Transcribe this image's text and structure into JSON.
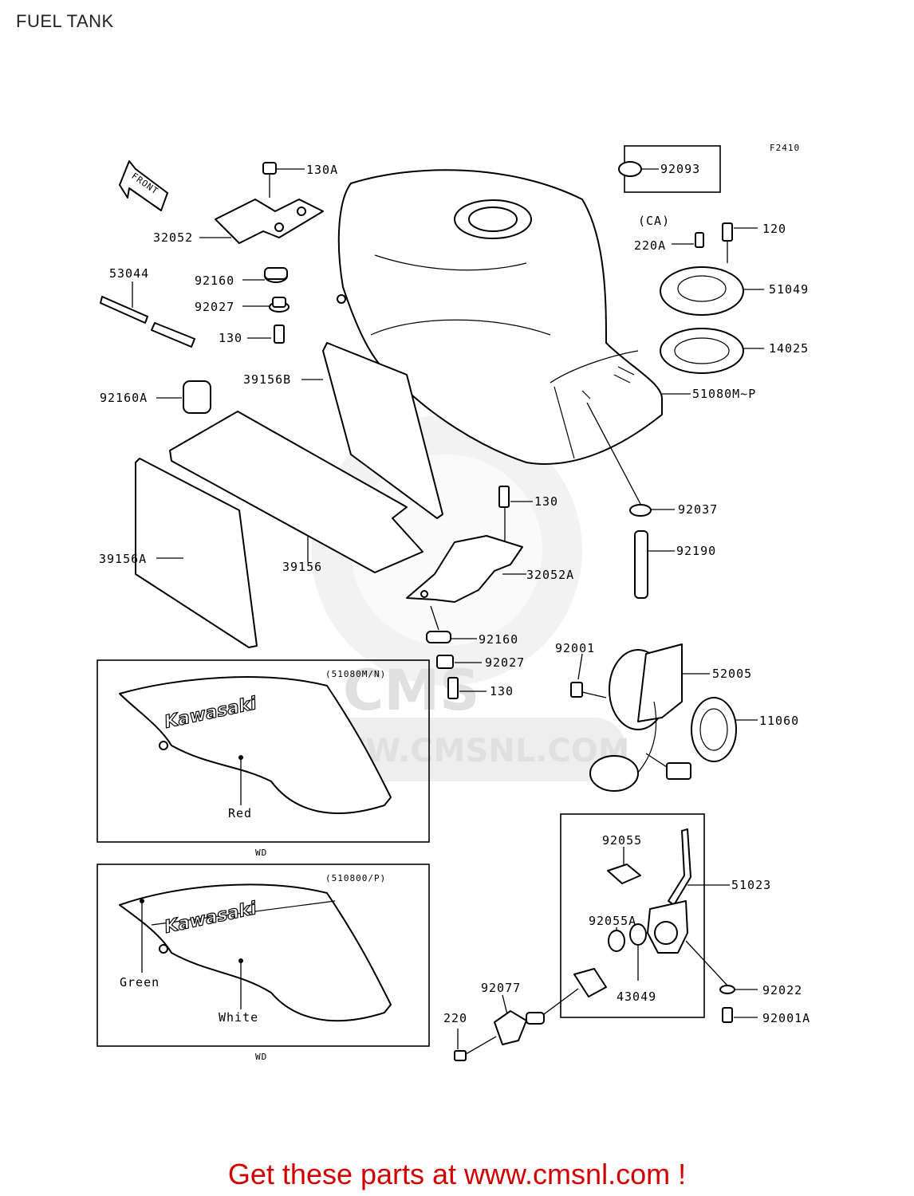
{
  "page": {
    "title": "FUEL TANK"
  },
  "figure_id": "F2410",
  "labels": {
    "p130A": "130A",
    "p32052": "32052",
    "p53044": "53044",
    "p92160": "92160",
    "p92027": "92027",
    "p130": "130",
    "p39156B": "39156B",
    "p92160A": "92160A",
    "p39156A": "39156A",
    "p39156": "39156",
    "p92093": "92093",
    "pCA": "(CA)",
    "p220A": "220A",
    "p120": "120",
    "p51049": "51049",
    "p14025": "14025",
    "p51080MP": "51080M~P",
    "p92037": "92037",
    "p92190": "92190",
    "p130b": "130",
    "p32052A": "32052A",
    "p92160b": "92160",
    "p92027b": "92027",
    "p130c": "130",
    "p92001": "92001",
    "p52005": "52005",
    "p11060": "11060",
    "p92055": "92055",
    "p51023": "51023",
    "p92055A": "92055A",
    "p43049": "43049",
    "p92077": "92077",
    "p220": "220",
    "p92022": "92022",
    "p92001A": "92001A"
  },
  "front_arrow_label": "FRONT",
  "inset_top": {
    "variant": "(51080M/N)",
    "brand": "Kawasaki",
    "color_label": "Red",
    "code": "WD"
  },
  "inset_bottom": {
    "variant": "(510800/P)",
    "brand": "Kawasaki",
    "color_label_1": "Green",
    "color_label_2": "White",
    "code": "WD"
  },
  "watermark": {
    "text": "WWW.CMSNL.COM",
    "logo": "CMS"
  },
  "footer": {
    "text": "Get these parts at www.cmsnl.com !"
  },
  "colors": {
    "footer_text": "#d00000",
    "watermark": "#e0e0e0",
    "line": "#000000"
  }
}
